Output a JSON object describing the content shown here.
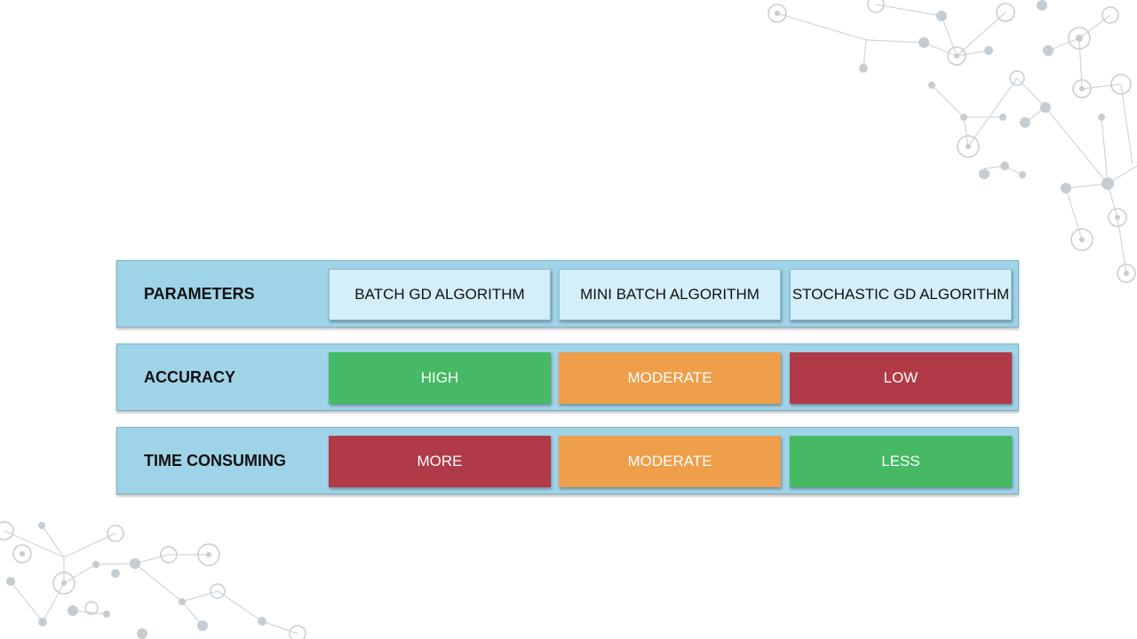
{
  "table": {
    "rows": [
      {
        "label": "PARAMETERS",
        "cells": [
          "BATCH GD ALGORITHM",
          "MINI BATCH ALGORITHM",
          "STOCHASTIC GD ALGORITHM"
        ]
      },
      {
        "label": "ACCURACY",
        "cells": [
          "HIGH",
          "MODERATE",
          "LOW"
        ]
      },
      {
        "label": "TIME CONSUMING",
        "cells": [
          "MORE",
          "MODERATE",
          "LESS"
        ]
      }
    ]
  },
  "colors": {
    "row_background": "#9fd3e8",
    "header_cell": "#d4eefa",
    "high_good": "#45b964",
    "moderate": "#ef9e4a",
    "low_bad": "#b03a47"
  },
  "decoration": {
    "icon": "network-nodes-icon"
  }
}
